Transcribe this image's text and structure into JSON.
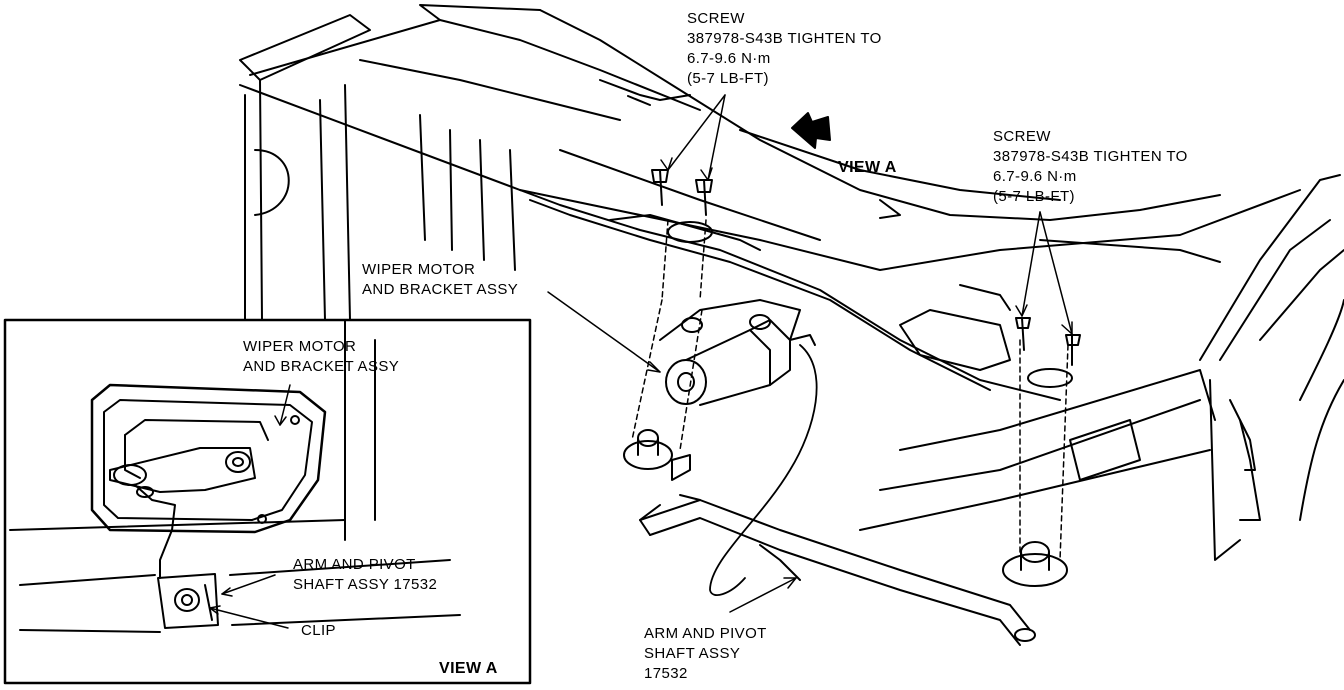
{
  "labels": {
    "screw_left": "SCREW\n387978-S43B TIGHTEN TO\n6.7-9.6 N·m\n(5-7 LB-FT)",
    "screw_right": "SCREW\n387978-S43B TIGHTEN TO\n6.7-9.6 N·m\n(5-7 LB-FT)",
    "view_a_main": "VIEW A",
    "wiper_motor_main": "WIPER MOTOR\nAND BRACKET ASSY",
    "arm_pivot_main": "ARM AND PIVOT\nSHAFT ASSY\n17532",
    "inset_wiper_motor": "WIPER MOTOR\nAND BRACKET ASSY",
    "inset_arm_pivot": "ARM AND PIVOT\nSHAFT ASSY 17532",
    "inset_clip": "CLIP",
    "inset_view_a": "VIEW A"
  }
}
